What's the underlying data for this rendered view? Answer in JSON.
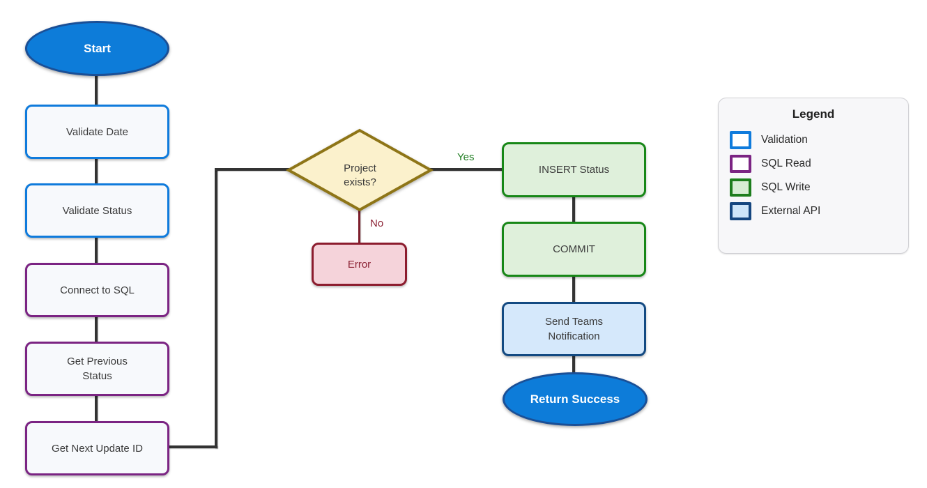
{
  "nodes": {
    "start": {
      "label": "Start",
      "type": "terminator"
    },
    "validate_date": {
      "label": "Validate Date",
      "type": "validation"
    },
    "validate_status": {
      "label": "Validate Status",
      "type": "validation"
    },
    "connect_sql": {
      "label": "Connect to SQL",
      "type": "sql_read"
    },
    "get_previous_status": {
      "label": "Get Previous\nStatus",
      "type": "sql_read"
    },
    "get_next_update_id": {
      "label": "Get Next Update ID",
      "type": "sql_read"
    },
    "project_exists": {
      "label": "Project\nexists?",
      "type": "decision"
    },
    "error": {
      "label": "Error",
      "type": "error"
    },
    "insert_status": {
      "label": "INSERT Status",
      "type": "sql_write"
    },
    "commit": {
      "label": "COMMIT",
      "type": "sql_write"
    },
    "send_teams_notification": {
      "label": "Send Teams\nNotification",
      "type": "external_api"
    },
    "return_success": {
      "label": "Return Success",
      "type": "terminator"
    }
  },
  "edges": {
    "yes_label": "Yes",
    "no_label": "No"
  },
  "legend": {
    "title": "Legend",
    "items": [
      {
        "label": "Validation",
        "border": "#0F7BDC",
        "fill": "#FFFFFF"
      },
      {
        "label": "SQL Read",
        "border": "#7B2483",
        "fill": "#FFFFFF"
      },
      {
        "label": "SQL Write",
        "border": "#1D7D1D",
        "fill": "#D7EDD4"
      },
      {
        "label": "External API",
        "border": "#15467F",
        "fill": "#CEE5F9"
      }
    ]
  },
  "colors": {
    "terminator_fill": "#0D7CD9",
    "terminator_border": "#1A4F96",
    "validation_fill": "#F7F9FC",
    "validation_border": "#0F7BDC",
    "sql_read_border": "#7B2483",
    "sql_write_fill": "#DFF0DB",
    "sql_write_border": "#178717",
    "external_api_fill": "#D5E8FB",
    "external_api_border": "#134A82",
    "decision_fill": "#FBF1CC",
    "decision_border": "#8E7517",
    "error_fill": "#F5D3DA",
    "error_border": "#8C1C2E",
    "connector": "#333333",
    "connector_no": "#7E1F2D",
    "yes_label_color": "#1F7D21",
    "no_label_color": "#8C2335"
  }
}
